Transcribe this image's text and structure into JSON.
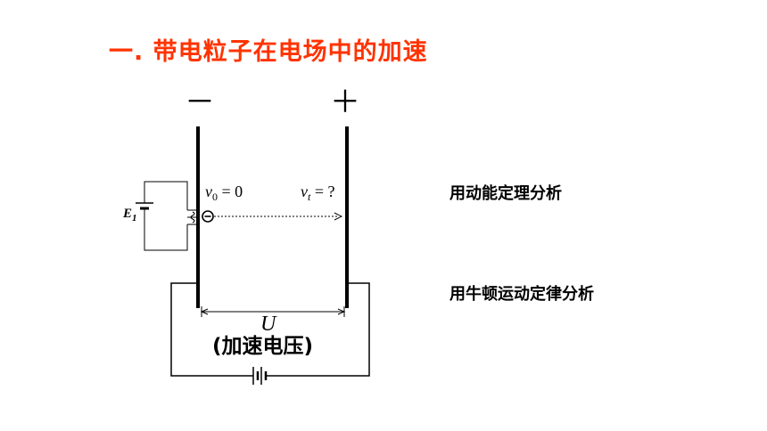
{
  "title": "一. 带电粒子在电场中的加速",
  "diagram": {
    "minus_sign": "－",
    "plus_sign": "＋",
    "v0_var": "v",
    "v0_sub": "0",
    "v0_rest": " = 0",
    "vt_var": "v",
    "vt_sub": "t",
    "vt_rest": " = ?",
    "e1_label": "E",
    "e1_sub": "1",
    "voltage_symbol": "U",
    "voltage_caption": "(加速电压)"
  },
  "notes": {
    "energy_method": "用动能定理分析",
    "newton_method": "用牛顿运动定律分析"
  },
  "colors": {
    "title": "#ff3300",
    "lines": "#000000"
  }
}
